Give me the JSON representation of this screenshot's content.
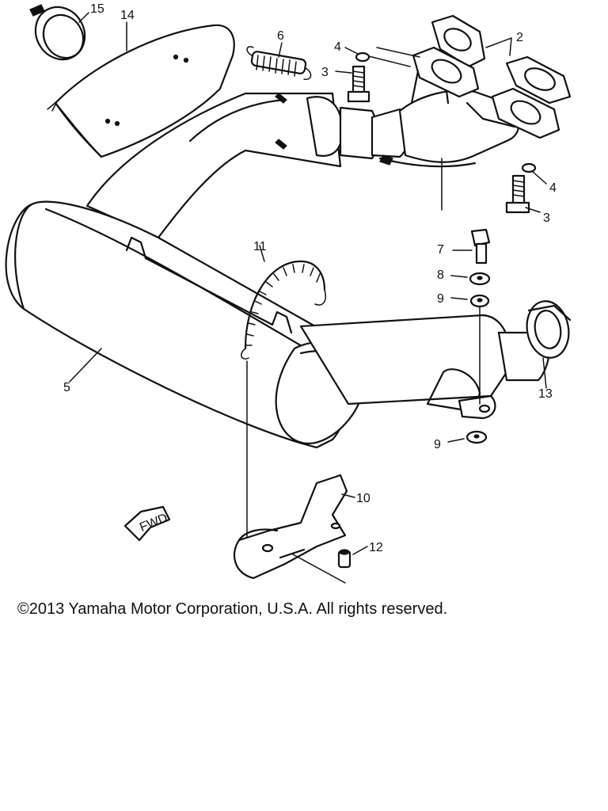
{
  "callouts": {
    "c2": "2",
    "c3a": "3",
    "c3b": "3",
    "c4a": "4",
    "c4b": "4",
    "c5": "5",
    "c6": "6",
    "c7": "7",
    "c8": "8",
    "c9a": "9",
    "c9b": "9",
    "c10": "10",
    "c11": "11",
    "c12": "12",
    "c13": "13",
    "c14": "14",
    "c15": "15"
  },
  "fwd_label": "FWD",
  "copyright": "©2013 Yamaha Motor Corporation, U.S.A. All rights reserved."
}
